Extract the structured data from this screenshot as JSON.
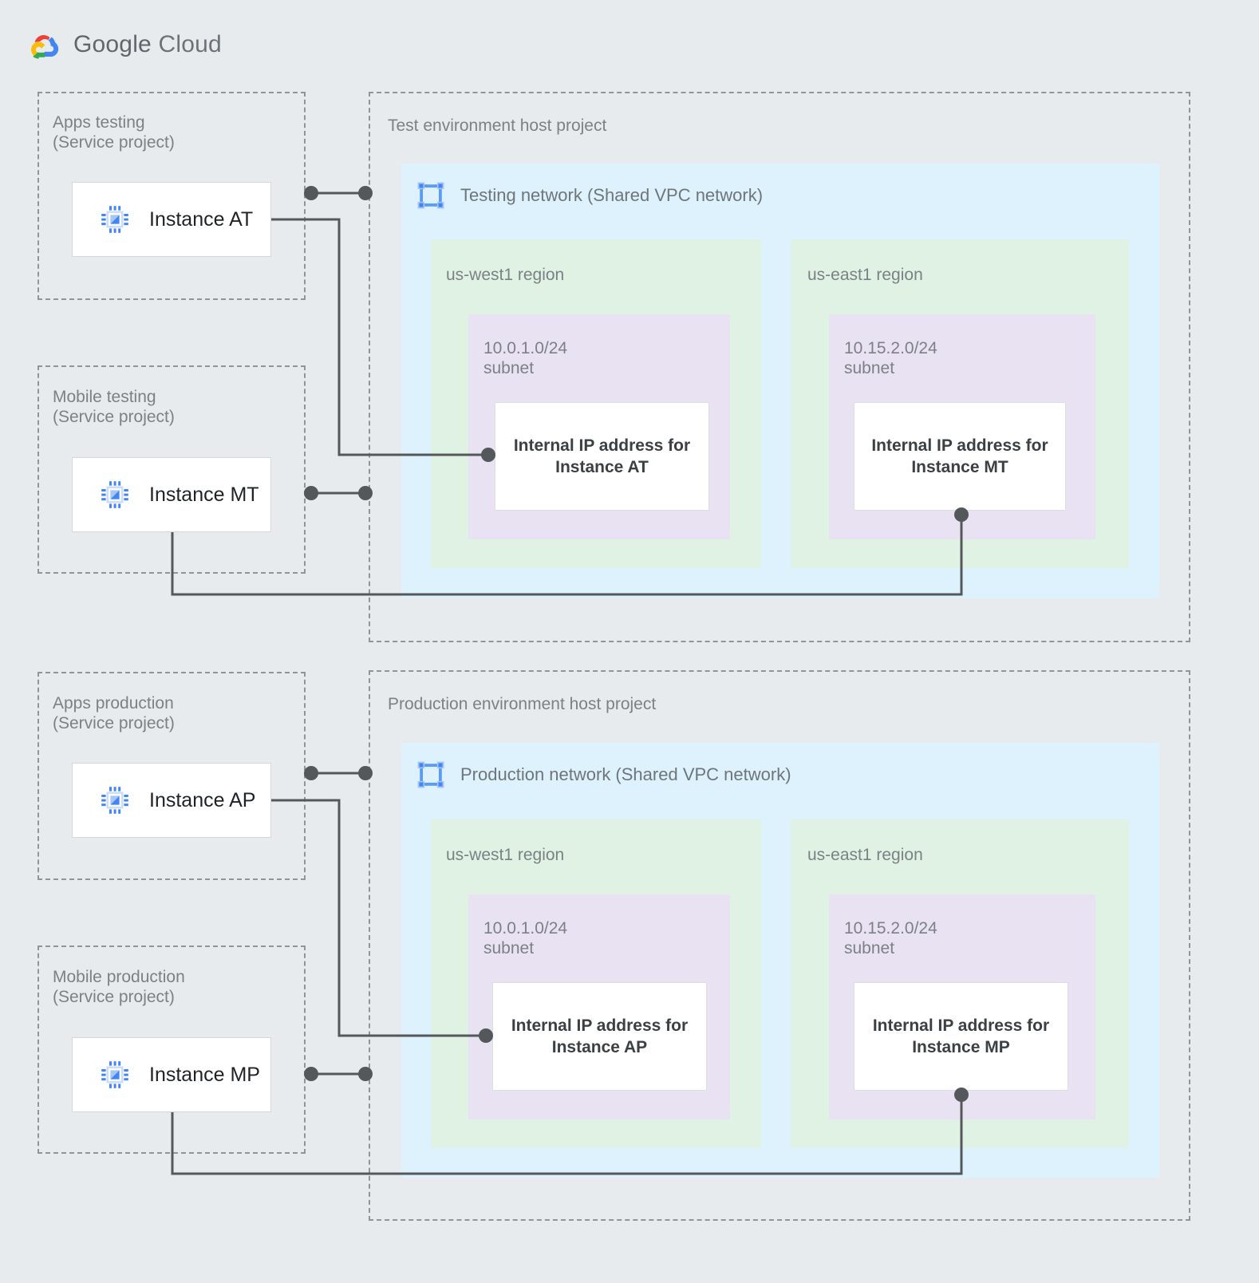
{
  "brand": {
    "logo_icon": "google-cloud-logo-icon",
    "name_bold": "Google",
    "name_light": " Cloud"
  },
  "service_projects": [
    {
      "key": "apps-testing",
      "label": "Apps testing\n(Service project)",
      "instance": {
        "name": "Instance AT",
        "icon": "compute-instance-chip-icon"
      }
    },
    {
      "key": "mobile-testing",
      "label": "Mobile testing\n(Service project)",
      "instance": {
        "name": "Instance MT",
        "icon": "compute-instance-chip-icon"
      }
    },
    {
      "key": "apps-production",
      "label": "Apps production\n(Service project)",
      "instance": {
        "name": "Instance AP",
        "icon": "compute-instance-chip-icon"
      }
    },
    {
      "key": "mobile-production",
      "label": "Mobile production\n(Service project)",
      "instance": {
        "name": "Instance MP",
        "icon": "compute-instance-chip-icon"
      }
    }
  ],
  "host_projects": [
    {
      "key": "test",
      "label": "Test environment host project",
      "network": {
        "title": "Testing network (Shared VPC network)",
        "icon": "vpc-network-icon"
      },
      "regions": [
        {
          "key": "test-us-west1",
          "label": "us-west1 region",
          "subnet": {
            "label": "10.0.1.0/24\nsubnet",
            "ip_card": "Internal IP address for\nInstance AT"
          }
        },
        {
          "key": "test-us-east1",
          "label": "us-east1 region",
          "subnet": {
            "label": "10.15.2.0/24\nsubnet",
            "ip_card": "Internal IP address for\nInstance MT"
          }
        }
      ]
    },
    {
      "key": "production",
      "label": "Production environment host project",
      "network": {
        "title": "Production network (Shared VPC network)",
        "icon": "vpc-network-icon"
      },
      "regions": [
        {
          "key": "prod-us-west1",
          "label": "us-west1 region",
          "subnet": {
            "label": "10.0.1.0/24\nsubnet",
            "ip_card": "Internal IP address for\nInstance AP"
          }
        },
        {
          "key": "prod-us-east1",
          "label": "us-east1 region",
          "subnet": {
            "label": "10.15.2.0/24\nsubnet",
            "ip_card": "Internal IP address for\nInstance MP"
          }
        }
      ]
    }
  ],
  "colors": {
    "background": "#e8ebed",
    "network_fill": "#ddf2fd",
    "region_fill": "#e0f2e4",
    "subnet_fill": "#e9e2f3",
    "card_fill": "#ffffff",
    "connector": "#54585b",
    "dashed_border": "#8f9599",
    "text_muted": "#7b8185",
    "text_strong": "#3c4043",
    "icon_blue": "#4285f4",
    "icon_blue_light": "#a6c6fa"
  }
}
